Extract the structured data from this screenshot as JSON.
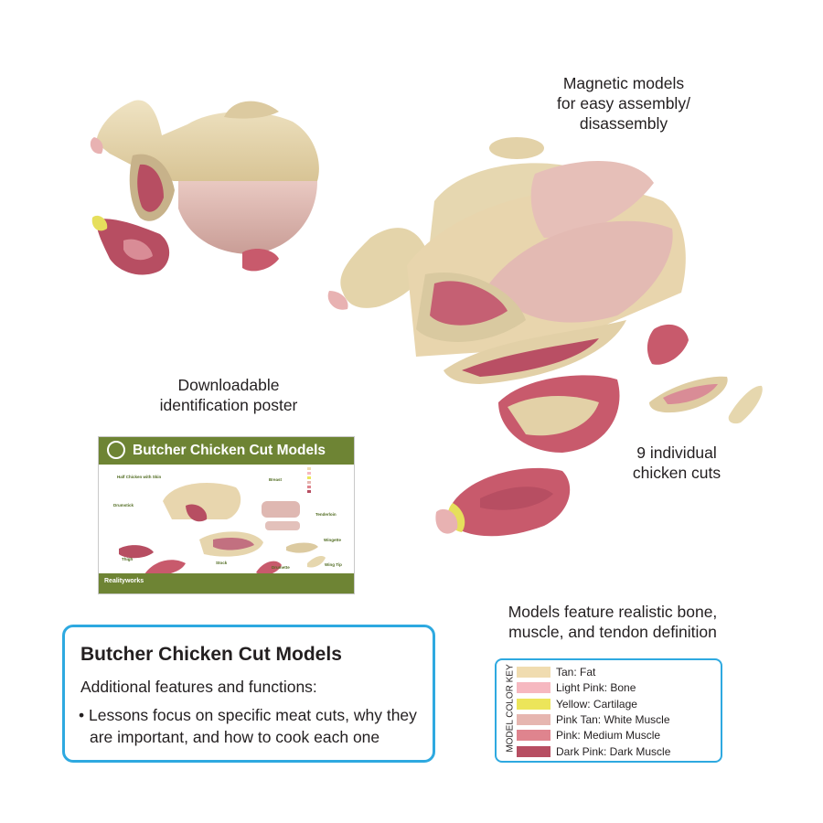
{
  "captions": {
    "magnetic": [
      "Magnetic models",
      "for easy assembly/",
      "disassembly"
    ],
    "poster": [
      "Downloadable",
      "identification poster"
    ],
    "cuts": [
      "9 individual",
      "chicken cuts"
    ],
    "realistic": [
      "Models feature realistic bone,",
      "muscle, and tendon definition"
    ]
  },
  "poster": {
    "title": "Butcher Chicken Cut Models",
    "labels": {
      "half": "Half Chicken with Skin",
      "breast": "Breast",
      "drumstick": "Drumstick",
      "tenderloin": "Tenderloin",
      "wingette": "Wingette",
      "thigh": "Thigh",
      "stock": "Stock",
      "drumette": "Drumette",
      "wingtip": "Wing Tip"
    },
    "footer_brand": "Realityworks"
  },
  "infobox": {
    "title": "Butcher Chicken Cut Models",
    "subtitle": "Additional features and functions:",
    "bullets": [
      "• Lessons focus on specific meat cuts, why they are important, and how to cook each one"
    ]
  },
  "color_key": {
    "title": "MODEL COLOR KEY",
    "items": [
      {
        "label": "Tan: Fat",
        "color": "#f0dcb0"
      },
      {
        "label": "Light Pink: Bone",
        "color": "#f6b8c0"
      },
      {
        "label": "Yellow: Cartilage",
        "color": "#ece55a"
      },
      {
        "label": "Pink Tan: White Muscle",
        "color": "#e6b6b0"
      },
      {
        "label": "Pink: Medium Muscle",
        "color": "#df848e"
      },
      {
        "label": "Dark Pink: Dark Muscle",
        "color": "#b74e62"
      }
    ]
  },
  "colors": {
    "accent_blue": "#2ea9e0",
    "poster_green": "#6e8434",
    "fat_tan": "#e8d7ae",
    "skin_pink": "#e5c0b9",
    "dark_muscle": "#b74e62"
  }
}
